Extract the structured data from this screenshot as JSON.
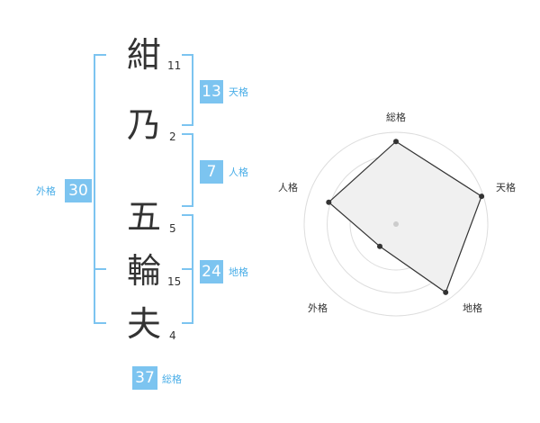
{
  "characters": [
    {
      "char": "紺",
      "strokes": "11"
    },
    {
      "char": "乃",
      "strokes": "2"
    },
    {
      "char": "五",
      "strokes": "5"
    },
    {
      "char": "輪",
      "strokes": "15"
    },
    {
      "char": "夫",
      "strokes": "4"
    }
  ],
  "fortunes": {
    "tenkaku": {
      "value": "13",
      "label": "天格"
    },
    "jinkaku": {
      "value": "7",
      "label": "人格"
    },
    "chikaku": {
      "value": "24",
      "label": "地格"
    },
    "gaikaku": {
      "value": "30",
      "label": "外格"
    },
    "soukaku": {
      "value": "37",
      "label": "総格"
    }
  },
  "colors": {
    "accent": "#7cc4f0",
    "label": "#4aaee8",
    "text": "#333333",
    "polygon_fill": "#f0f0f0"
  },
  "chart_data": {
    "type": "radar",
    "axes": [
      "総格",
      "天格",
      "地格",
      "外格",
      "人格"
    ],
    "values": [
      0.9,
      0.98,
      0.92,
      0.3,
      0.77
    ],
    "rings": 4
  }
}
